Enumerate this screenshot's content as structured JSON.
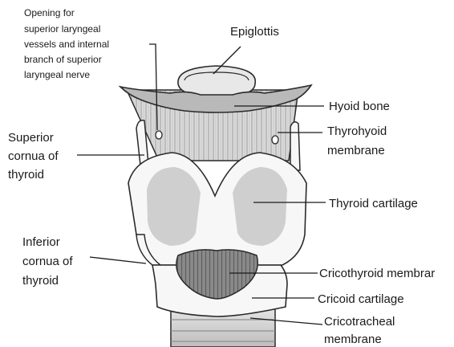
{
  "diagram": {
    "labels": {
      "epiglottis": "Epiglottis",
      "opening_line1": "Opening for",
      "opening_line2": "superior laryngeal",
      "opening_line3": "vessels and internal",
      "opening_line4": "branch of superior",
      "opening_line5": "laryngeal nerve",
      "hyoid": "Hyoid bone",
      "thyrohyoid_line1": "Thyrohyoid",
      "thyrohyoid_line2": "membrane",
      "superior_cornua_line1": "Superior",
      "superior_cornua_line2": "cornua of",
      "superior_cornua_line3": "thyroid",
      "thyroid_cartilage": "Thyroid cartilage",
      "inferior_cornua_line1": "Inferior",
      "inferior_cornua_line2": "cornua of",
      "inferior_cornua_line3": "thyroid",
      "cricothyroid": "Cricothyroid membrar",
      "cricoid": "Cricoid cartilage",
      "cricotracheal_line1": "Cricotracheal",
      "cricotracheal_line2": "membrane"
    },
    "colors": {
      "outline": "#2a2a2a",
      "cartilage_fill": "#f7f7f7",
      "membrane_fill": "#dcdcdc",
      "membrane_stripe": "#a8a8a8",
      "hyoid_fill": "#b9b9b9",
      "thyroid_lamina_fill": "#cfcfcf",
      "cricothyroid_fill": "#8a8a8a",
      "epiglottis_fill": "#e8e8e8",
      "trachea_fill": "#d6d6d6"
    }
  }
}
